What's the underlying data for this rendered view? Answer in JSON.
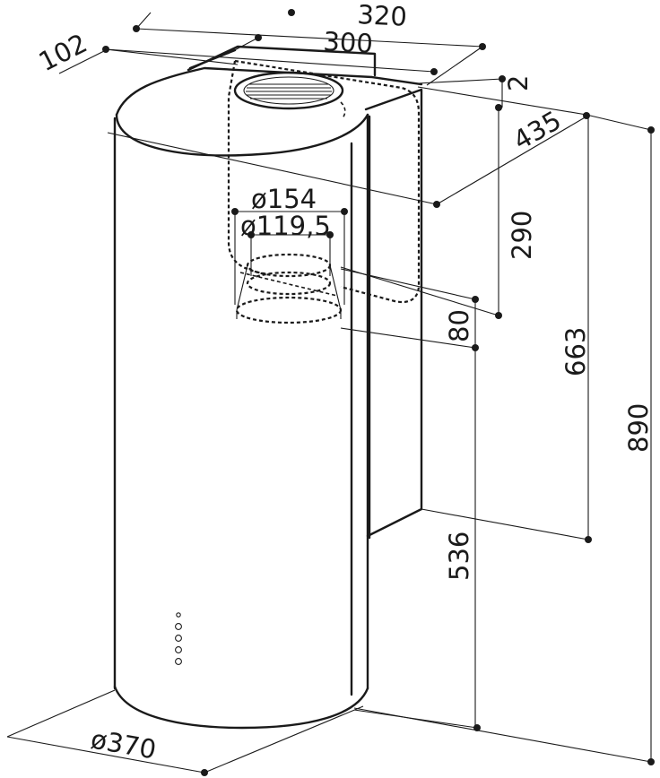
{
  "dimensions": {
    "w320": "320",
    "w300": "300",
    "d102": "102",
    "offset2": "2",
    "d435": "435",
    "h290": "290",
    "dia154": "ø154",
    "dia119": "ø119,5",
    "h80": "80",
    "h663": "663",
    "h890": "890",
    "h536": "536",
    "dia370": "ø370"
  }
}
